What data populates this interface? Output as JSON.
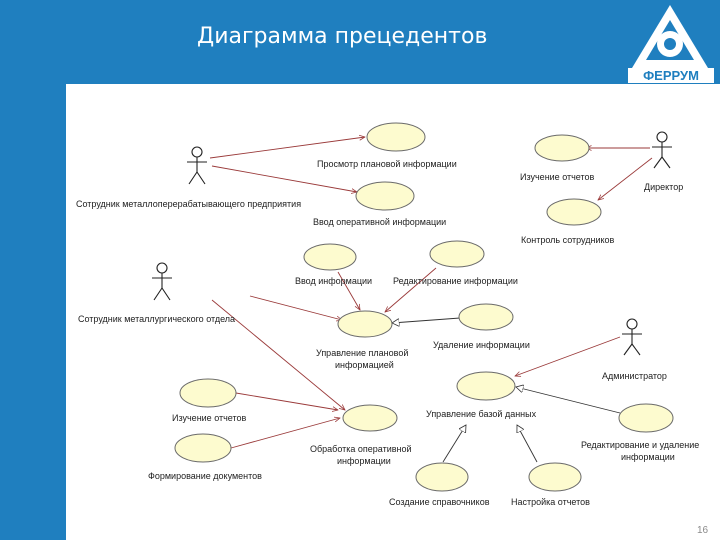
{
  "slide": {
    "title": "Диаграмма прецедентов",
    "page_number": "16",
    "colors": {
      "header": "#1f7fbf",
      "use_case_fill": "#fdfbcf",
      "association": "#9a3a3a"
    }
  },
  "logo": {
    "name": "ФЕРРУМ"
  },
  "actors": {
    "employee": "Сотрудник металлоперерабатывающего предприятия",
    "director": "Директор",
    "dept_employee": "Сотрудник металлургического отдела",
    "admin": "Администратор"
  },
  "use_cases": {
    "view_plan": "Просмотр плановой информации",
    "enter_oper": "Ввод оперативной информации",
    "study_reports_top": "Изучение отчетов",
    "staff_control": "Контроль сотрудников",
    "enter_info": "Ввод информации",
    "edit_info": "Редактирование информации",
    "manage_plan": [
      "Управление плановой",
      "информацией"
    ],
    "delete_info": "Удаление информации",
    "study_reports": "Изучение отчетов",
    "form_docs": "Формирование документов",
    "process_oper": [
      "Обработка оперативной",
      "информации"
    ],
    "manage_db": "Управление базой данных",
    "edit_delete": [
      "Редактирование и удаление",
      "информации"
    ],
    "create_ref": "Создание справочников",
    "setup_reports": "Настройка отчетов"
  }
}
